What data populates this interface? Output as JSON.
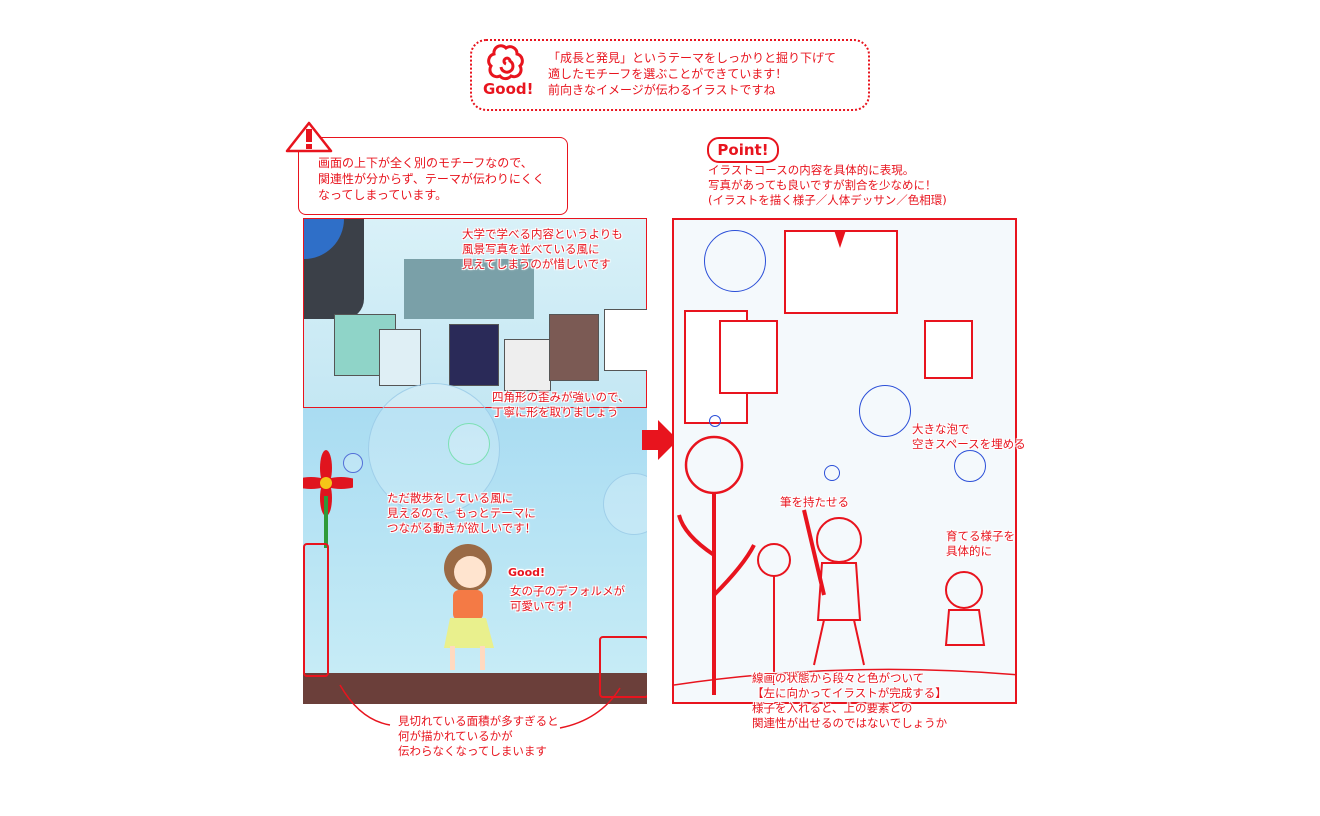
{
  "good_comment": {
    "badge": "Good!",
    "lines": [
      "「成長と発見」というテーマをしっかりと掘り下げて",
      "適したモチーフを選ぶことができています！",
      "前向きなイメージが伝わるイラストですね"
    ]
  },
  "warning_comment": {
    "icon": "exclamation-triangle-icon",
    "lines": [
      "画面の上下が全く別のモチーフなので、",
      "関連性が分からず、テーマが伝わりにくく",
      "なってしまっています。"
    ]
  },
  "point_comment": {
    "badge": "Point!",
    "lines": [
      "イラストコースの内容を具体的に表現。",
      "写真があっても良いですが割合を少なめに！",
      "(イラストを描く様子／人体デッサン／色相環)"
    ]
  },
  "left_notes": {
    "photos": [
      "大学で学べる内容というよりも",
      "風景写真を並べている風に",
      "見えてしまうのが惜しいです"
    ],
    "distortion": [
      "四角形の歪みが強いので、",
      "丁寧に形を取りましょう"
    ],
    "walking": [
      "ただ散歩をしている風に",
      "見えるので、もっとテーマに",
      "つながる動きが欲しいです！"
    ],
    "girl_good_badge": "Good!",
    "girl": [
      "女の子のデフォルメが",
      "可愛いです！"
    ],
    "cropped": [
      "見切れている面積が多すぎると",
      "何が描かれているかが",
      "伝わらなくなってしまいます"
    ]
  },
  "right_notes": {
    "bubbles": [
      "大きな泡で",
      "空きスペースを埋める"
    ],
    "brush": [
      "筆を持たせる"
    ],
    "growing": [
      "育てる様子を",
      "具体的に"
    ],
    "progression": [
      "線画の状態から段々と色がついて",
      "【左に向かってイラストが完成する】",
      "様子を入れると、上の要素との",
      "関連性が出せるのではないでしょうか"
    ]
  },
  "colors": {
    "accent": "#e8141e",
    "sketch_blue": "#2b4fd8"
  }
}
